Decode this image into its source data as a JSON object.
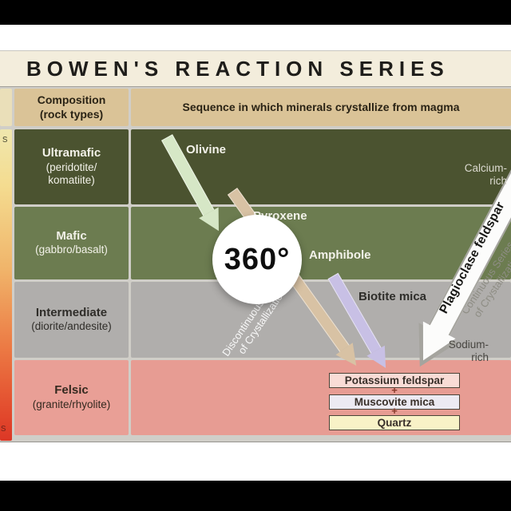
{
  "title": "BOWEN'S REACTION SERIES",
  "badge": {
    "label": "360°"
  },
  "temperature_scale": {
    "top_fragment": "s",
    "bottom_fragment": "s"
  },
  "headers": {
    "composition": [
      "Composition",
      "(rock types)"
    ],
    "sequence": "Sequence in which minerals crystallize from magma"
  },
  "rows": [
    {
      "name": "Ultramafic",
      "detail": [
        "(peridotite/",
        "komatiite)"
      ]
    },
    {
      "name": "Mafic",
      "detail": [
        "(gabbro/basalt)"
      ]
    },
    {
      "name": "Intermediate",
      "detail": [
        "(diorite/andesite)"
      ]
    },
    {
      "name": "Felsic",
      "detail": [
        "(granite/rhyolite)"
      ]
    }
  ],
  "minerals": {
    "olivine": "Olivine",
    "pyroxene": "Pyroxene",
    "amphibole": "Amphibole",
    "biotite": "Biotite mica"
  },
  "plagioclase": {
    "arrow_label": "Plagioclase feldspar",
    "calcium": [
      "Calcium-",
      "rich"
    ],
    "sodium": [
      "Sodium-",
      "rich"
    ]
  },
  "series_labels": {
    "continuous": [
      "Continuous Series",
      "of Crystallization"
    ],
    "discontinuous": [
      "Discontinuous Series",
      "of Crystallization"
    ]
  },
  "results": {
    "boxes": [
      "Potassium feldspar",
      "Muscovite mica",
      "Quartz"
    ],
    "separator": "+"
  },
  "colors": {
    "ultramafic": "#4b5330",
    "mafic": "#6c7c50",
    "intermediate": "#b0aeac",
    "felsic": "#e79c93",
    "header_tan": "#dac397",
    "title_cream": "#f3eddc",
    "olivine_arrow": "#d6e7c6",
    "discontinuous_arrow": "#d8c2a4",
    "biotite_arrow": "#c8c0e5",
    "plagioclase_arrow": "#fcfcfb",
    "potassium_feldspar_box": "#f9dcd6",
    "muscovite_box": "#eceaf2",
    "quartz_box": "#f8f2c7",
    "temp_gradient_top": "#f0e7ae",
    "temp_gradient_bottom": "#dc3726"
  }
}
